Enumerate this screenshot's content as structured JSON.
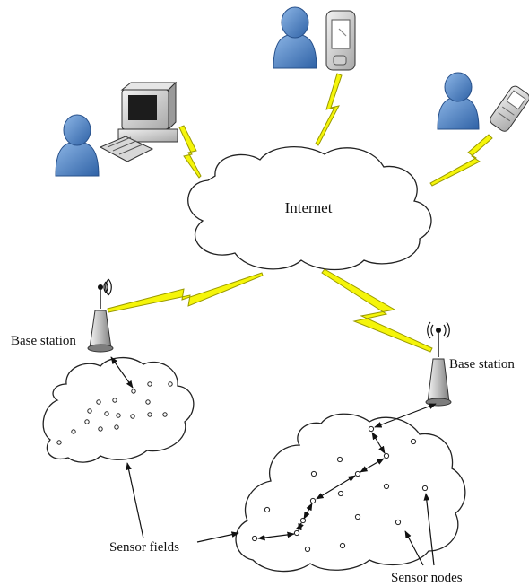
{
  "labels": {
    "internet": "Internet",
    "base_station_left": "Base station",
    "base_station_right": "Base station",
    "sensor_fields": "Sensor fields",
    "sensor_nodes": "Sensor nodes"
  },
  "colors": {
    "lightning": "#f5f50a",
    "user": "#3d74b8",
    "cloud_stroke": "#222222"
  },
  "icons": [
    "user-icon",
    "desktop-computer-icon",
    "pda-icon",
    "mobile-phone-icon",
    "antenna-tower-icon",
    "lightning-bolt-icon",
    "sensor-node-icon"
  ]
}
